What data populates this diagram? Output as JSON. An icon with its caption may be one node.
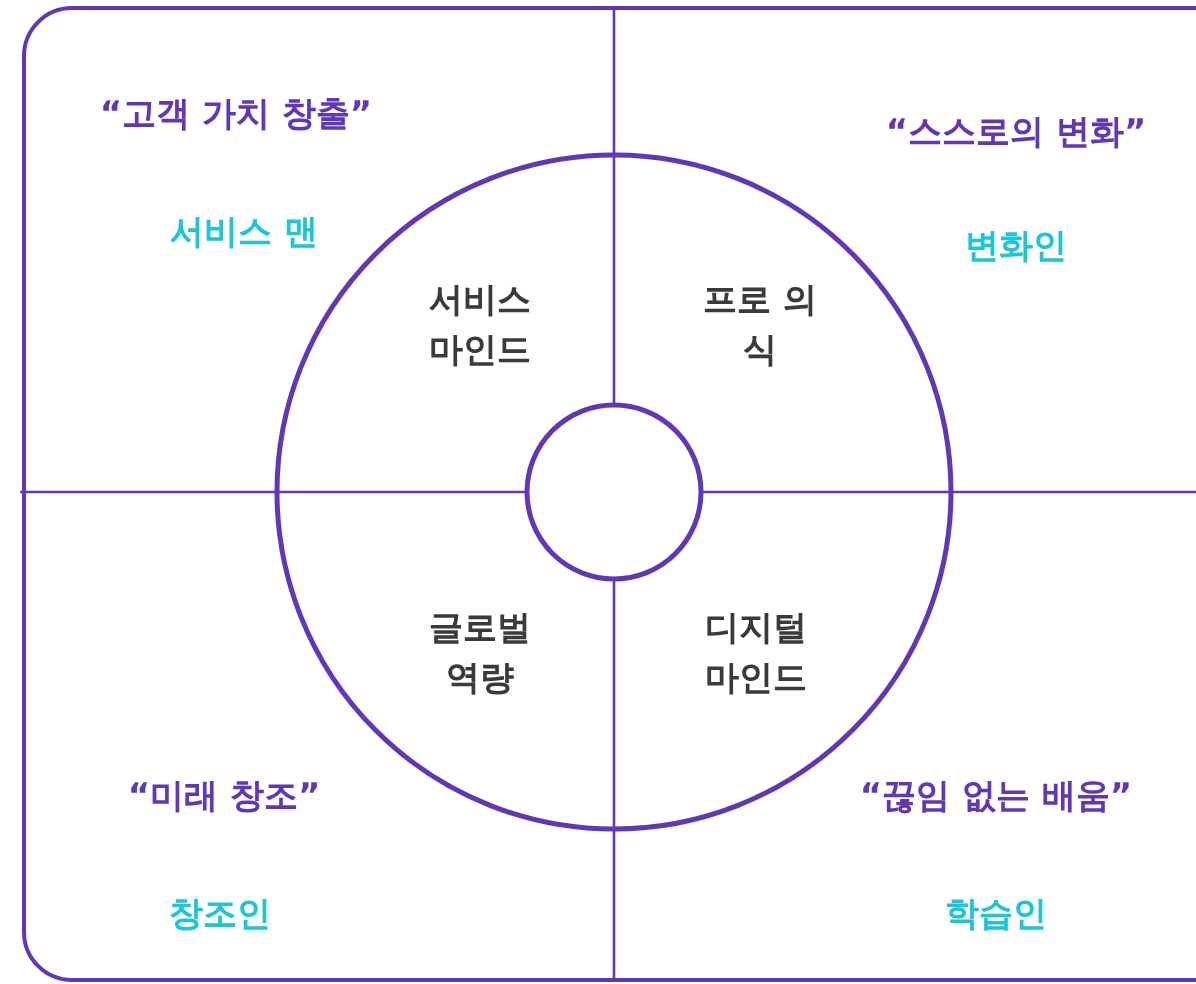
{
  "diagram": {
    "nodes": [
      {
        "text": [
          "서비스 마인드",
          "프로 의식",
          "글로벌 역량",
          "디지털 마인드"
        ]
      },
      {
        "text": [],
        "shape": "circle",
        "in": 0
      }
    ],
    "labels": [
      "“고객 가치 창출”",
      "“스스로의 변화”",
      "서비스 맨",
      "변화인",
      "“미래 창조”",
      "“끊임 없는 배움”",
      "창조인",
      "학습인"
    ]
  }
}
